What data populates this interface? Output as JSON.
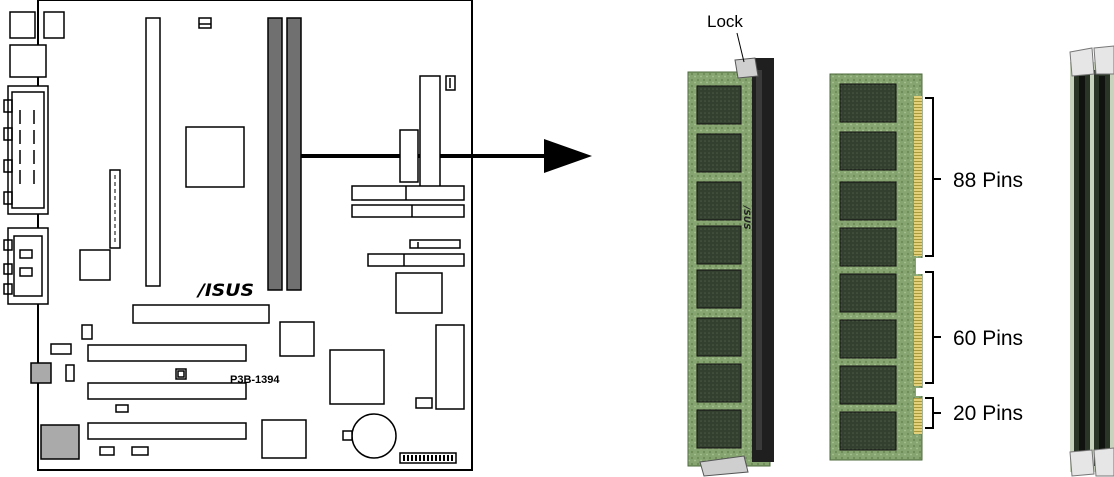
{
  "board": {
    "model": "P3B-1394",
    "brand_logo": "/ISUS"
  },
  "callouts": {
    "lock": "Lock",
    "pins_88": "88 Pins",
    "pins_60": "60 Pins",
    "pins_20": "20 Pins"
  },
  "icons": [
    "arrow-right-icon",
    "bracket-icon",
    "asus-logo"
  ],
  "colors": {
    "pcb_green": "#7f9f6a",
    "chip_dark": "#2f3a2c",
    "gold_contacts": "#d8c46a",
    "dimm_slot_gray": "#6e6e6e",
    "socket_black": "#1f1f1f"
  }
}
